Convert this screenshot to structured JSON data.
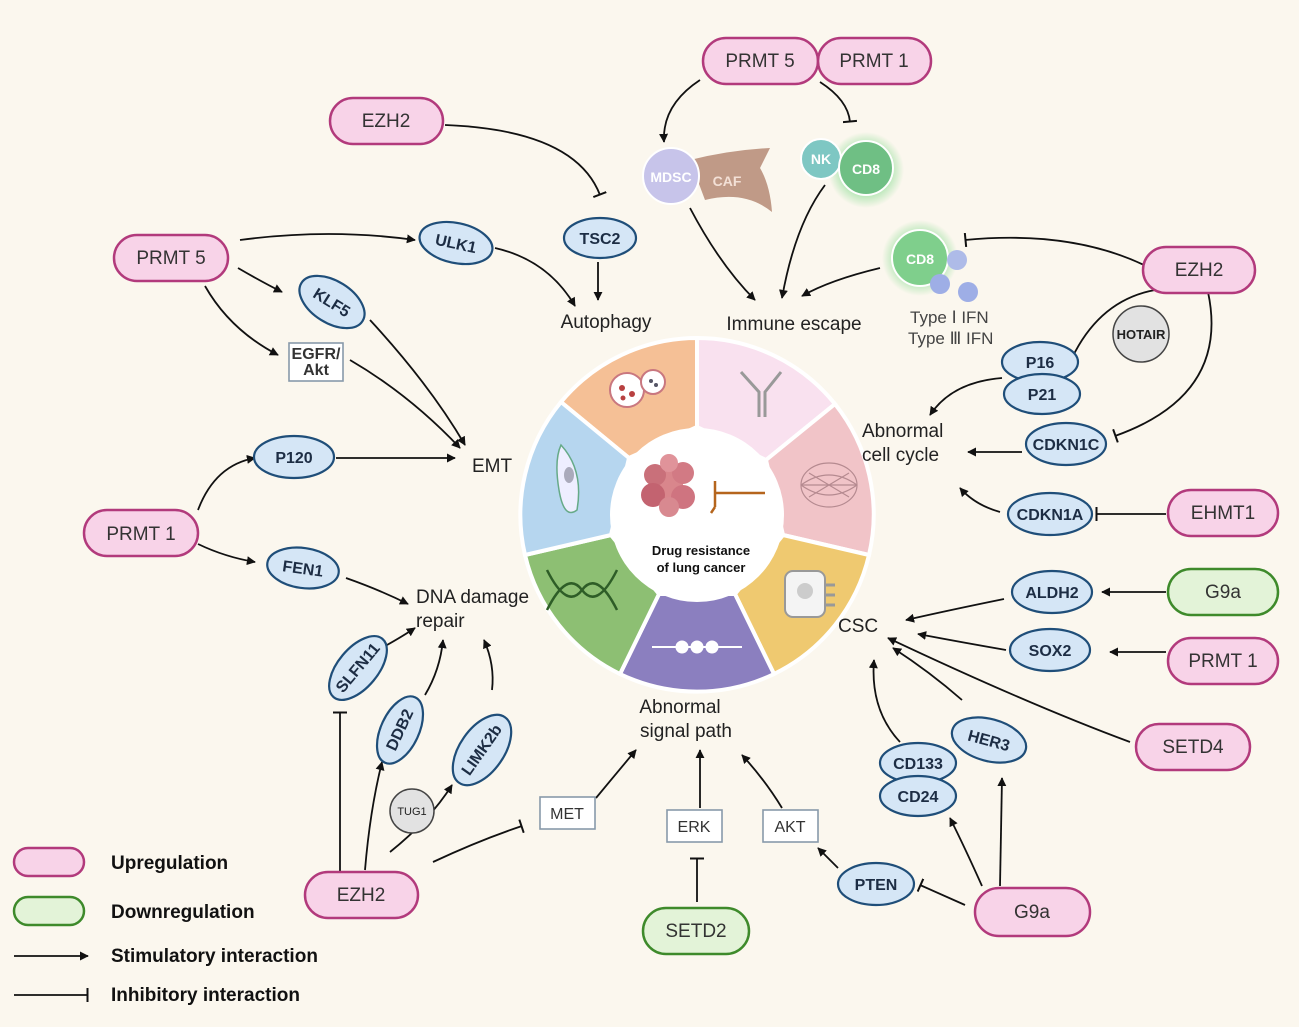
{
  "center": {
    "title_line1": "Drug resistance",
    "title_line2": "of lung cancer"
  },
  "processes": {
    "autophagy": "Autophagy",
    "immune_escape": "Immune escape",
    "emt": "EMT",
    "abnormal_cell_cycle_1": "Abnormal",
    "abnormal_cell_cycle_2": "cell cycle",
    "dna_repair_1": "DNA damage",
    "dna_repair_2": "repair",
    "csc": "CSC",
    "signal_path_1": "Abnormal",
    "signal_path_2": "signal path"
  },
  "regulators": {
    "prmt5_top": "PRMT 5",
    "prmt1_top": "PRMT 1",
    "ezh2_top": "EZH2",
    "prmt5_left": "PRMT 5",
    "ezh2_right": "EZH2",
    "prmt1_left": "PRMT 1",
    "ehmt1": "EHMT1",
    "g9a_right": "G9a",
    "prmt1_right": "PRMT 1",
    "setd4": "SETD4",
    "ezh2_bottom": "EZH2",
    "setd2": "SETD2",
    "g9a_bottom": "G9a"
  },
  "genes": {
    "ulk1": "ULK1",
    "tsc2": "TSC2",
    "klf5": "KLF5",
    "p120": "P120",
    "fen1": "FEN1",
    "p16": "P16",
    "p21": "P21",
    "cdkn1c": "CDKN1C",
    "cdkn1a": "CDKN1A",
    "aldh2": "ALDH2",
    "sox2": "SOX2",
    "her3": "HER3",
    "cd133": "CD133",
    "cd24": "CD24",
    "pten": "PTEN",
    "slfn11": "SLFN11",
    "ddb2": "DDB2",
    "limk2b": "LIMK2b"
  },
  "boxes": {
    "egfr_akt_1": "EGFR/",
    "egfr_akt_2": "Akt",
    "met": "MET",
    "erk": "ERK",
    "akt": "AKT"
  },
  "cells": {
    "mdsc": "MDSC",
    "caf": "CAF",
    "nk": "NK",
    "cd8_top": "CD8",
    "cd8_right": "CD8"
  },
  "misc": {
    "hotair": "HOTAIR",
    "tug1": "TUG1",
    "ifn1": "Type Ⅰ IFN",
    "ifn3": "Type Ⅲ IFN"
  },
  "legend": {
    "up": "Upregulation",
    "down": "Downregulation",
    "stim": "Stimulatory interaction",
    "inhib": "Inhibitory interaction"
  },
  "colors": {
    "up_fill": "#f8d3e8",
    "up_stroke": "#b23a7c",
    "down_fill": "#e3f3d8",
    "down_stroke": "#3e8a2b",
    "gene_fill": "#d5e6f6",
    "gene_stroke": "#1f4e79",
    "seg_autophagy": "#f5c096",
    "seg_immune": "#f9e1ef",
    "seg_cellcycle": "#f1c4c8",
    "seg_csc": "#efc970",
    "seg_signal": "#8b7fbf",
    "seg_dna": "#8dbf73",
    "seg_emt": "#b6d6ef"
  }
}
